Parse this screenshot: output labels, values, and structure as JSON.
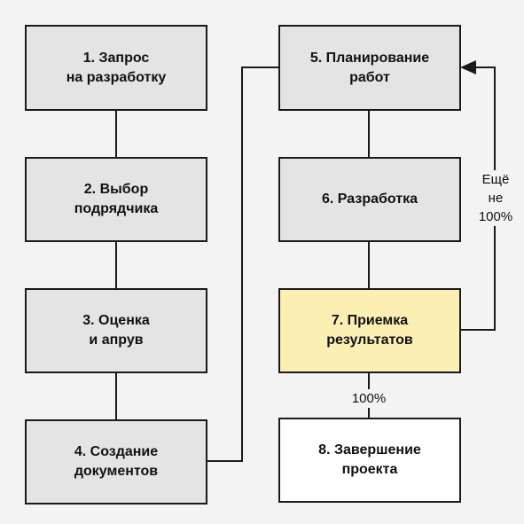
{
  "steps": [
    {
      "label": "1. Запрос\nна разработку"
    },
    {
      "label": "2. Выбор\nподрядчика"
    },
    {
      "label": "3. Оценка\nи апрув"
    },
    {
      "label": "4. Создание\nдокументов"
    },
    {
      "label": "5. Планирование\nработ"
    },
    {
      "label": "6. Разработка"
    },
    {
      "label": "7. Приемка\nрезультатов"
    },
    {
      "label": "8. Завершение\nпроекта"
    }
  ],
  "edge_labels": {
    "not_complete": "Ещё\nне\n100%",
    "complete": "100%"
  },
  "colors": {
    "box_fill": "#e4e4e4",
    "highlight_fill": "#fbefb4",
    "final_fill": "#ffffff",
    "stroke": "#1a1a1a"
  }
}
